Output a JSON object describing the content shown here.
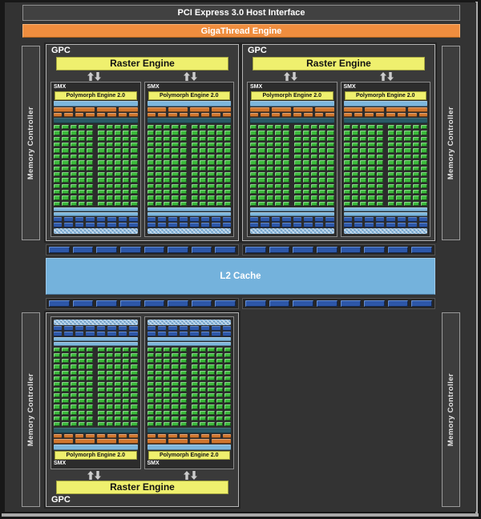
{
  "labels": {
    "host_interface": "PCI Express 3.0 Host Interface",
    "gigathread": "GigaThread Engine",
    "gpc": "GPC",
    "raster": "Raster Engine",
    "smx": "SMX",
    "polymorph": "Polymorph Engine 2.0",
    "l2": "L2 Cache",
    "memory_controller": "Memory Controller"
  },
  "structure": {
    "top_gpc_count": 2,
    "bottom_gpc_count": 1,
    "smx_per_gpc": 2,
    "core_grid_rows": 14,
    "core_grid_cols": 10,
    "orange_wide_segments": 4,
    "orange_small_segments": 8,
    "blue_segments_per_row": 8,
    "blue_segment_rows": 2,
    "rop_blocks_per_group": 8,
    "rop_groups": 4,
    "memory_controller_count": 4
  },
  "colors": {
    "background": "#333333",
    "frame": "#181818",
    "accent_orange": "#ef8d3e",
    "accent_yellow": "#eff06e",
    "core_green": "#3cb93c",
    "light_blue": "#7db6dc",
    "dark_blue": "#2d57a8",
    "teal": "#2a5a66",
    "l2_blue": "#74b2dc"
  }
}
